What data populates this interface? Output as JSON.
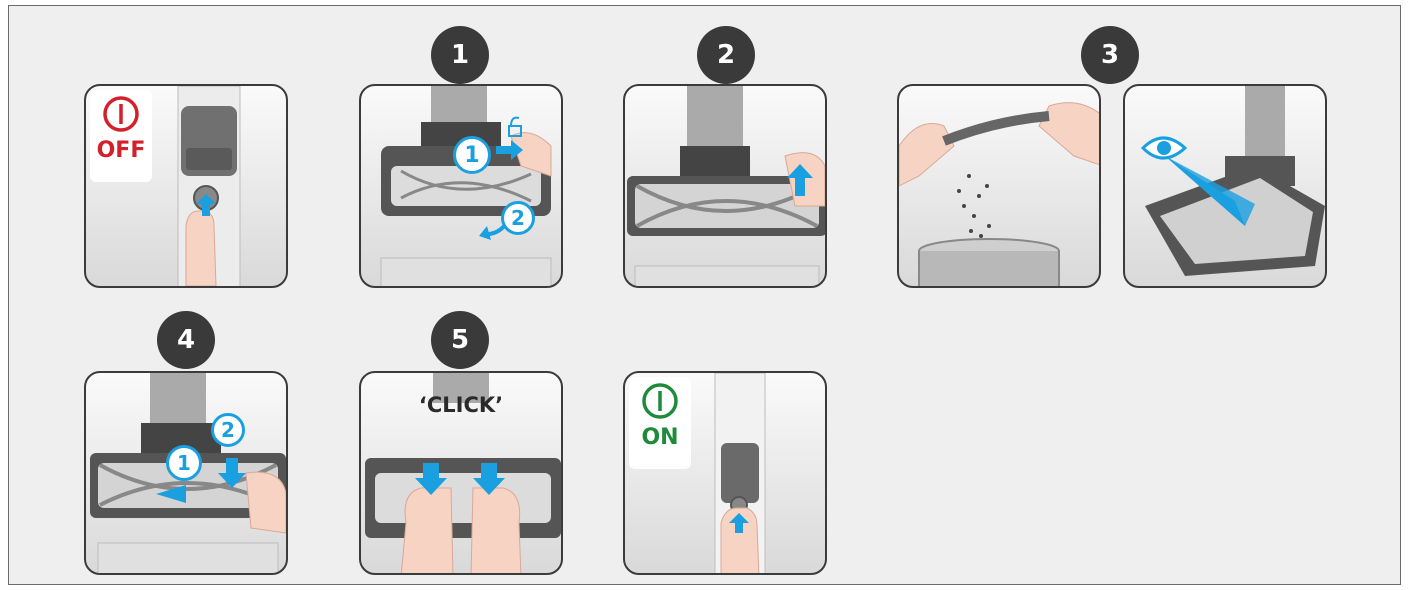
{
  "steps": {
    "s1": "1",
    "s2": "2",
    "s3": "3",
    "s4": "4",
    "s5": "5"
  },
  "power_off": {
    "label": "OFF",
    "color": "#d4202a"
  },
  "power_on": {
    "label": "ON",
    "color": "#1f8a3a"
  },
  "click_label": "‘CLICK’",
  "callouts": {
    "c1": "1",
    "c2": "2"
  },
  "colors": {
    "accent_blue": "#1aa0e0",
    "badge_bg": "#3a3a3a",
    "panel_border": "#3b3b3b",
    "skin": "#f6d3c2"
  },
  "icons": [
    "power-symbol-icon",
    "arrow-icon",
    "eye-icon",
    "hand-icon",
    "unlock-icon"
  ]
}
